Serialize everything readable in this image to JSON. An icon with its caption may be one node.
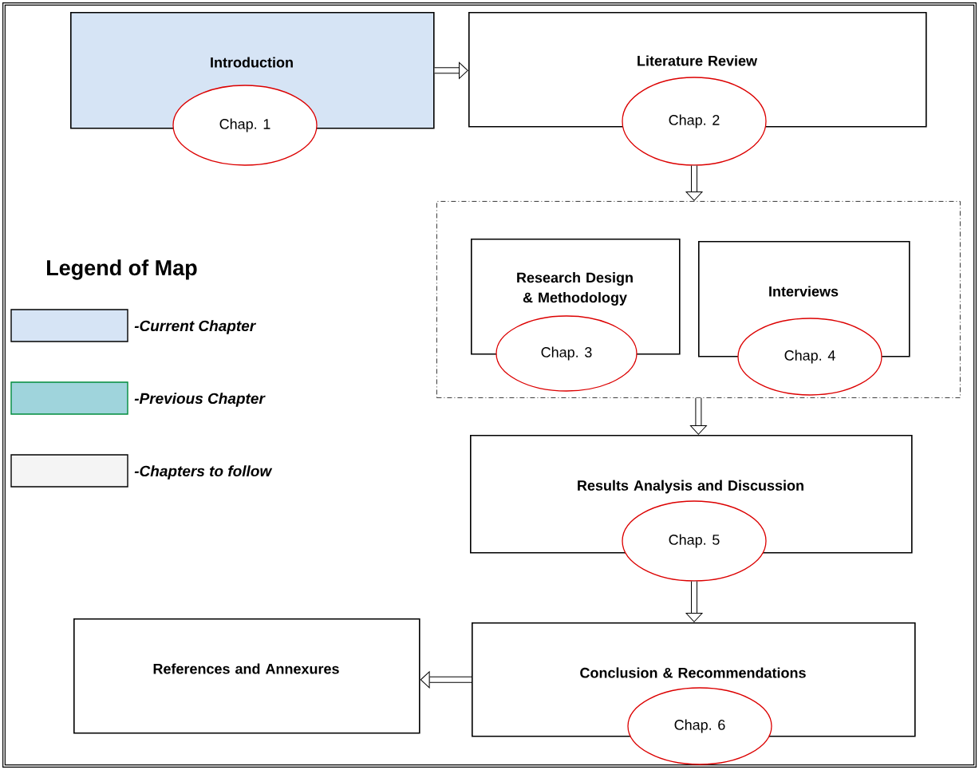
{
  "diagram": {
    "nodes": [
      {
        "text": [
          "Introduction"
        ]
      },
      {
        "text": [
          "Chap. 1"
        ]
      },
      {
        "text": [
          "Literature Review"
        ]
      },
      {
        "text": [
          "Chap. 2"
        ]
      },
      {
        "text": [],
        "shape": "box"
      },
      {
        "text": [
          "Research Design & Methodology"
        ],
        "in": 4
      },
      {
        "text": [
          "Chap. 3"
        ],
        "in": 4
      },
      {
        "text": [
          "Interviews"
        ],
        "in": 4
      },
      {
        "text": [
          "Chap. 4"
        ],
        "in": 4
      },
      {
        "text": [
          "Results Analysis and Discussion"
        ]
      },
      {
        "text": [
          "Chap. 5"
        ]
      },
      {
        "text": [
          "References and Annexures"
        ]
      },
      {
        "text": [
          "Conclusion & Recommendations"
        ]
      },
      {
        "text": [
          "Chap. 6"
        ]
      }
    ],
    "edges": [
      {
        "from": 0,
        "to": 2,
        "arrow": "to"
      },
      {
        "from": 3,
        "to": 4,
        "arrow": "to"
      },
      {
        "from": 4,
        "to": 9,
        "arrow": "to"
      },
      {
        "from": 10,
        "to": 12,
        "arrow": "to"
      },
      {
        "from": 12,
        "to": 11,
        "arrow": "to"
      }
    ],
    "labels": [
      "Legend of Map"
    ],
    "legend": [
      {
        "text": "-Current Chapter",
        "color": "#d6e4f5"
      },
      {
        "text": "-Previous Chapter",
        "color": "#9fd4dc"
      },
      {
        "text": "-Chapters to follow",
        "color": "#f4f4f4"
      }
    ]
  }
}
